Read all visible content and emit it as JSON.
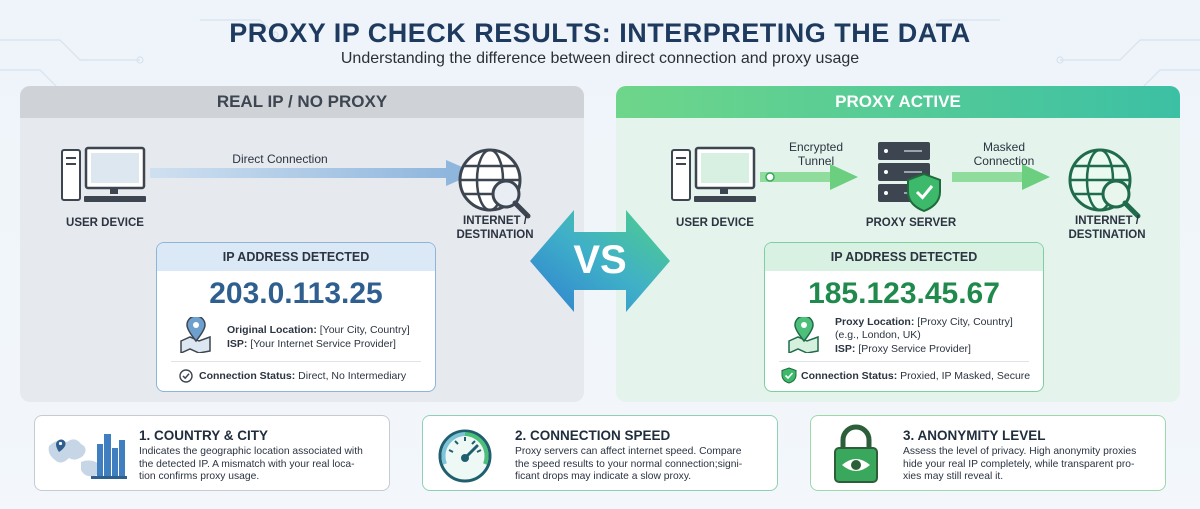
{
  "title": "PROXY IP CHECK RESULTS: INTERPRETING THE DATA",
  "subtitle": "Understanding the difference between direct connection and proxy usage",
  "left_panel": {
    "header": "REAL IP / NO PROXY",
    "device_label": "USER DEVICE",
    "connection_label": "Direct Connection",
    "destination_label_1": "INTERNET /",
    "destination_label_2": "DESTINATION",
    "ip_box": {
      "header": "IP ADDRESS DETECTED",
      "ip": "203.0.113.25",
      "location_key": "Original Location:",
      "location_value": "[Your City, Country]",
      "isp_key": "ISP:",
      "isp_value": "[Your Internet Service Provider]",
      "status_key": "Connection Status:",
      "status_value": "Direct, No Intermediary"
    }
  },
  "vs_label": "VS",
  "right_panel": {
    "header": "PROXY ACTIVE",
    "device_label": "USER DEVICE",
    "tunnel_label_1": "Encrypted",
    "tunnel_label_2": "Tunnel",
    "server_label": "PROXY SERVER",
    "masked_label_1": "Masked",
    "masked_label_2": "Connection",
    "destination_label_1": "INTERNET /",
    "destination_label_2": "DESTINATION",
    "ip_box": {
      "header": "IP ADDRESS DETECTED",
      "ip": "185.123.45.67",
      "location_key": "Proxy Location:",
      "location_value_1": "[Proxy City, Country]",
      "location_value_2": "(e.g., London, UK)",
      "isp_key": "ISP:",
      "isp_value": "[Proxy Service Provider]",
      "status_key": "Connection Status:",
      "status_value": "Proxied, IP Masked, Secure"
    }
  },
  "cards": [
    {
      "title": "1. COUNTRY & CITY",
      "lines": [
        "Indicates the geographic location associated with",
        "the detected IP. A mismatch with your real loca-",
        "tion confirms proxy usage."
      ],
      "icon": "map-city-icon"
    },
    {
      "title": "2. CONNECTION SPEED",
      "lines": [
        "Proxy servers can affect internet speed. Compare",
        "the speed results to your normal connection;signi-",
        "ficant drops may indicate a slow proxy."
      ],
      "icon": "speedometer-icon"
    },
    {
      "title": "3. ANONYMITY LEVEL",
      "lines": [
        "Assess the level of privacy. High anonymity proxies",
        "hide your real IP completely, while transparent pro-",
        "xies may still reveal it."
      ],
      "icon": "padlock-eye-icon"
    }
  ],
  "colors": {
    "title": "#1e3a5f",
    "proxy_green": "#1f8a4c",
    "real_blue": "#2f5f8f",
    "accent_teal": "#3cc0a4"
  }
}
